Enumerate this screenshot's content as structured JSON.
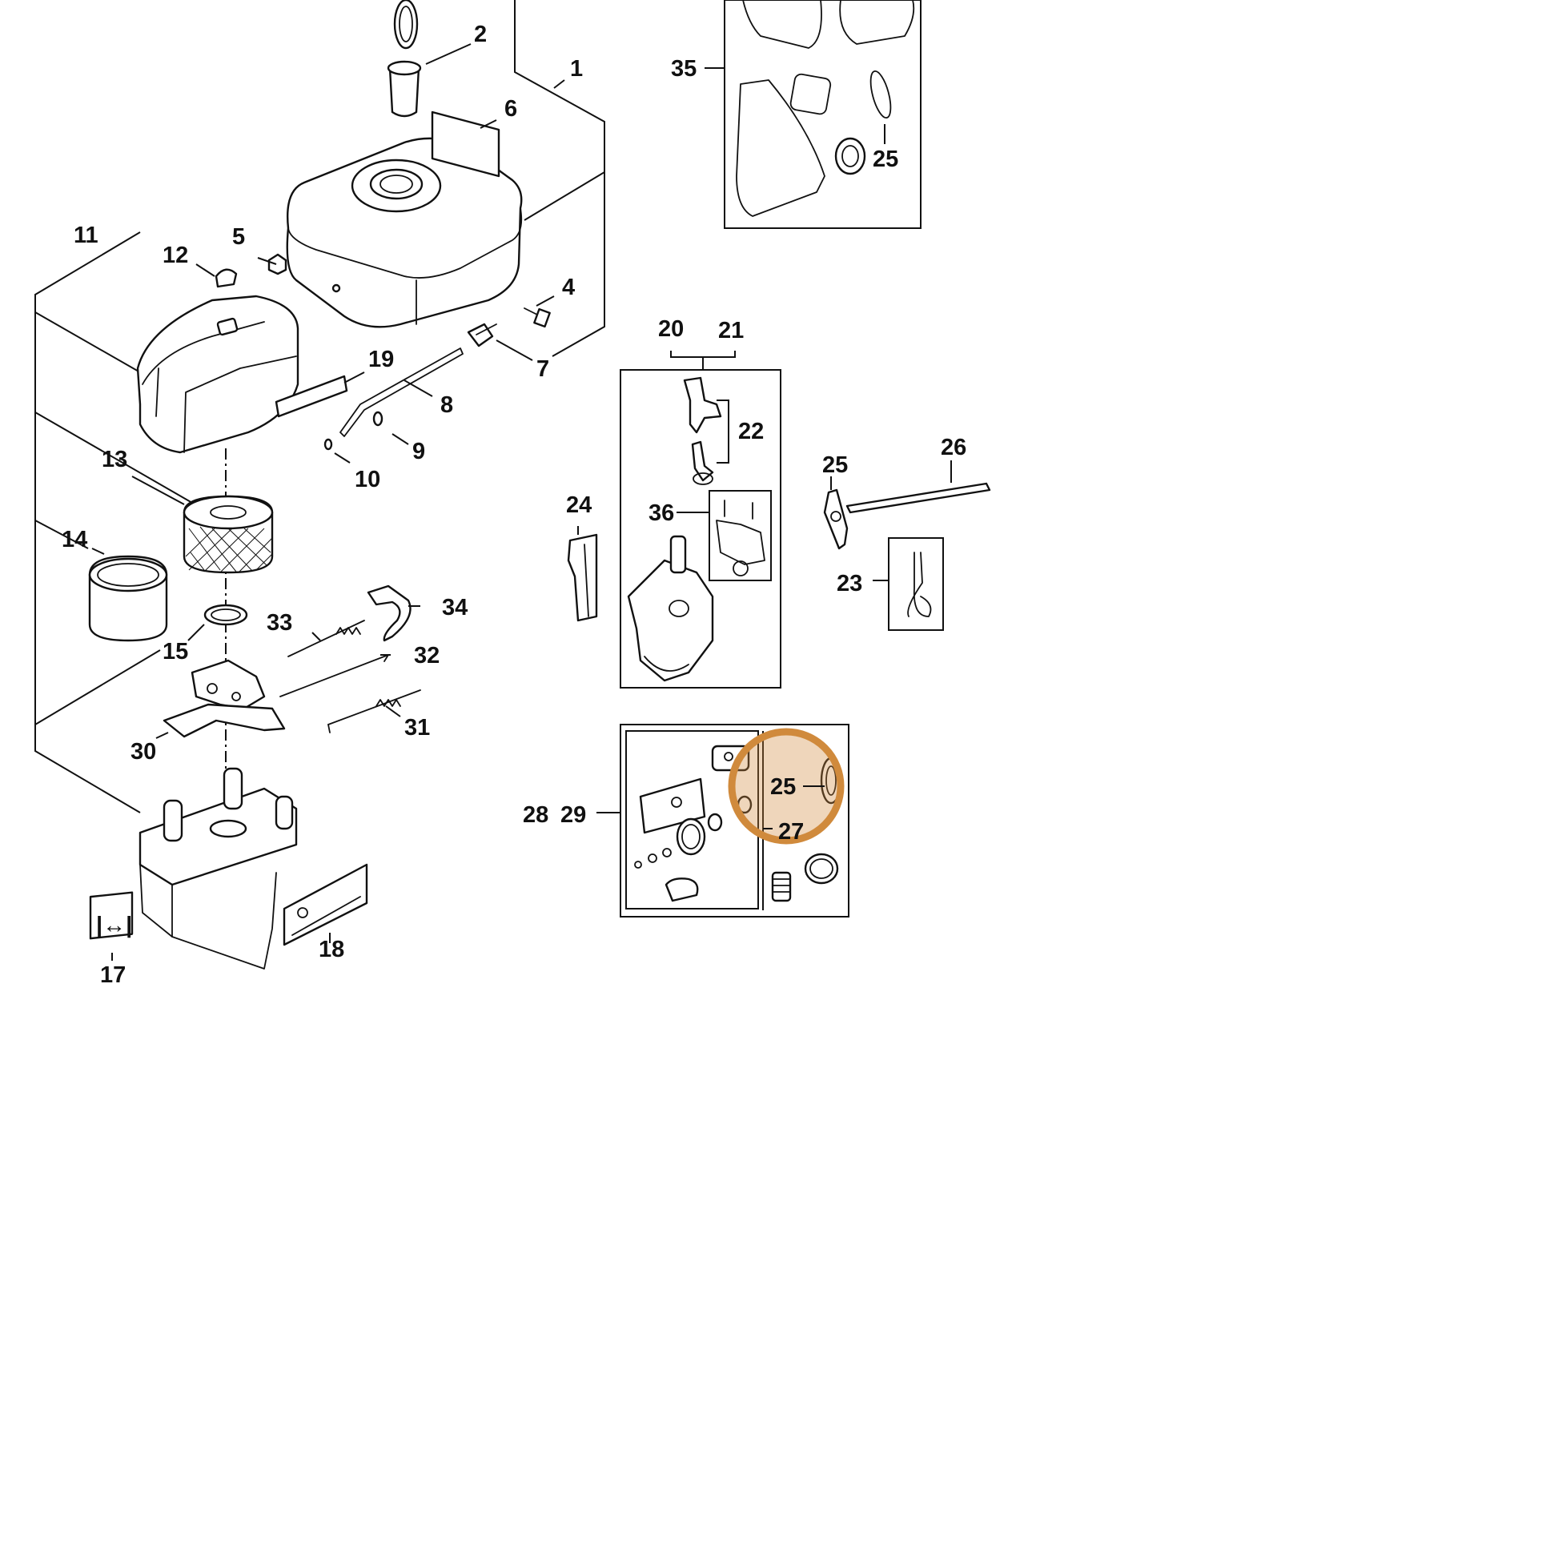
{
  "callouts": {
    "c1": "1",
    "c2": "2",
    "c4": "4",
    "c5": "5",
    "c6": "6",
    "c7": "7",
    "c8": "8",
    "c9": "9",
    "c10": "10",
    "c11": "11",
    "c12": "12",
    "c13": "13",
    "c14": "14",
    "c15": "15",
    "c17": "17",
    "c18": "18",
    "c19": "19",
    "c20": "20",
    "c21": "21",
    "c22": "22",
    "c23": "23",
    "c24": "24",
    "c25a": "25",
    "c25b": "25",
    "c25c": "25",
    "c26": "26",
    "c27": "27",
    "c28": "28",
    "c29": "29",
    "c30": "30",
    "c31": "31",
    "c32": "32",
    "c33": "33",
    "c34": "34",
    "c35": "35",
    "c36": "36"
  },
  "highlight": {
    "color": "#d08a3c",
    "target": "25"
  }
}
